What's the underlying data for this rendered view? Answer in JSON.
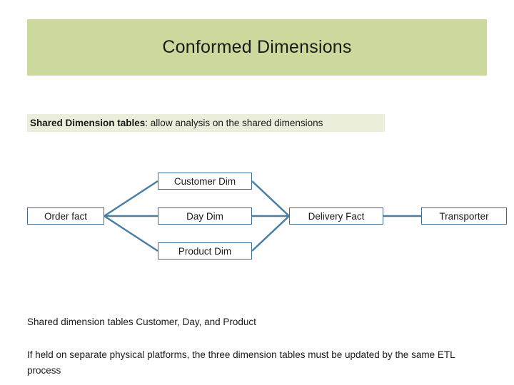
{
  "slide": {
    "title": "Conformed Dimensions",
    "title_bg": "#ccd99c",
    "subtitle": {
      "bold": "Shared Dimension tables",
      "rest": ": allow analysis on the shared dimensions",
      "bg": "#eaeedb"
    },
    "diagram": {
      "line_color": "#4a7fa5",
      "box_border": "#3d6e8f",
      "nodes": [
        {
          "id": "customer-dim",
          "label": "Customer Dim"
        },
        {
          "id": "day-dim",
          "label": "Day Dim"
        },
        {
          "id": "product-dim",
          "label": "Product Dim"
        },
        {
          "id": "order-fact",
          "label": "Order fact"
        },
        {
          "id": "delivery-fact",
          "label": "Delivery Fact"
        },
        {
          "id": "transporter",
          "label": "Transporter"
        }
      ]
    },
    "notes": {
      "line1": "Shared dimension tables Customer, Day, and Product",
      "line2": "If held on separate physical platforms, the three dimension tables must be updated by the same ETL process"
    }
  }
}
